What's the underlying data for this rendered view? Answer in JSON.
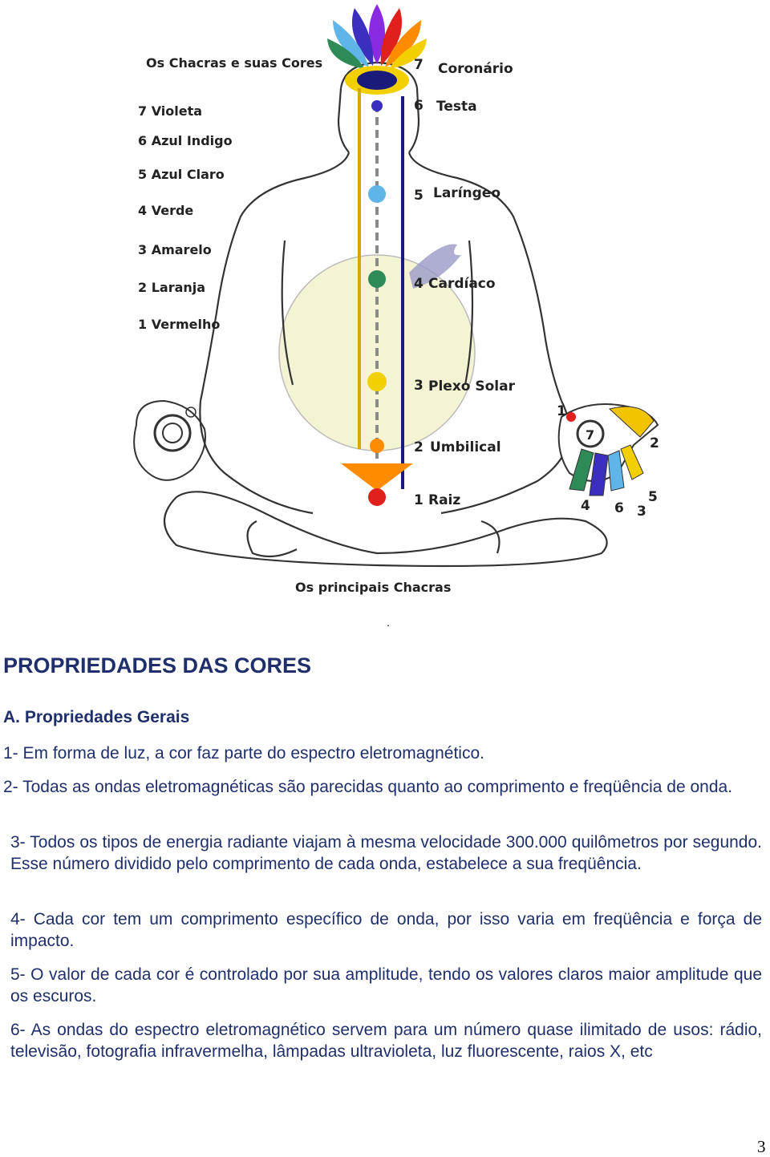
{
  "figure": {
    "title": "Os Chacras e suas Cores",
    "caption": "Os principais Chacras",
    "colors_legend": [
      "7 Violeta",
      "6 Azul Indigo",
      "5 Azul Claro",
      "4 Verde",
      "3 Amarelo",
      "2 Laranja",
      "1 Vermelho"
    ],
    "chakras": [
      {
        "num": "7",
        "name": "Coronário",
        "color": "#8a2be2"
      },
      {
        "num": "6",
        "name": "Testa",
        "color": "#3b2fbf"
      },
      {
        "num": "5",
        "name": "Laríngeo",
        "color": "#5fb4e8"
      },
      {
        "num": "4",
        "name": "Cardíaco",
        "color": "#2e8b57"
      },
      {
        "num": "3",
        "name": "Plexo Solar",
        "color": "#f2d000"
      },
      {
        "num": "2",
        "name": "Umbilical",
        "color": "#ff8c00"
      },
      {
        "num": "1",
        "name": "Raiz",
        "color": "#e0201c"
      }
    ],
    "hand_numbers": [
      "1",
      "2",
      "7",
      "4",
      "6",
      "3",
      "5"
    ]
  },
  "dot": ".",
  "heading": "PROPRIEDADES DAS CORES",
  "subheading": "A. Propriedades Gerais",
  "items": [
    "1- Em forma de luz, a cor faz parte do espectro eletromagnético.",
    "2- Todas as ondas eletromagnéticas são parecidas quanto ao comprimento e freqüência de onda.",
    "3- Todos os tipos de energia radiante viajam à mesma velocidade 300.000 quilômetros por segundo. Esse número dividido pelo comprimento de cada onda, estabelece a sua freqüência.",
    "4- Cada cor tem um comprimento específico de onda, por isso varia em freqüência e força de impacto.",
    "5- O valor de cada cor é controlado por sua amplitude, tendo os valores claros maior amplitude que os escuros.",
    "6- As ondas do espectro eletromagnético servem para um número quase ilimitado de usos: rádio, televisão, fotografia infravermelha, lâmpadas ultravioleta, luz fluorescente, raios X, etc"
  ],
  "page_number": "3"
}
